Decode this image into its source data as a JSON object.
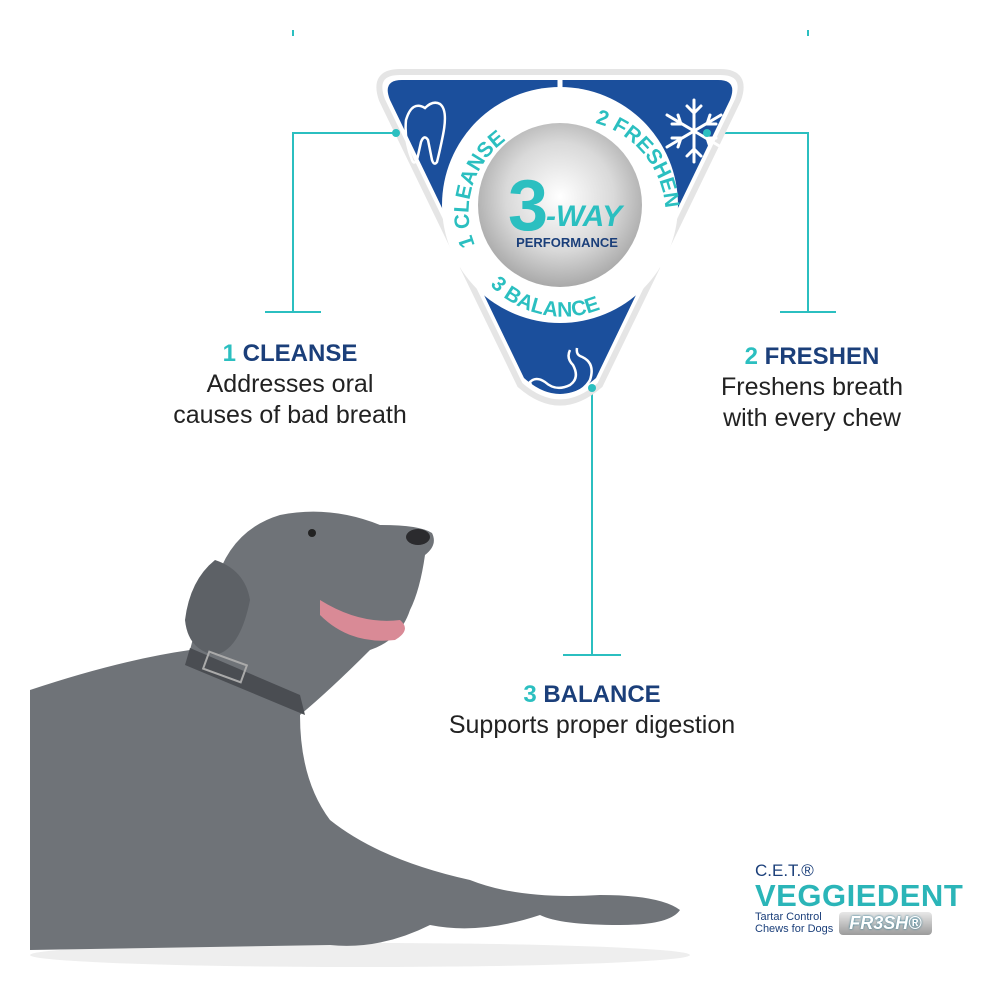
{
  "badge": {
    "big_number": "3",
    "way": "-WAY",
    "performance": "PERFORMANCE",
    "ring_cleanse": "1 CLEANSE",
    "ring_freshen": "2 FRESHEN",
    "ring_balance": "3 BALANCE",
    "icons": [
      "tooth-icon",
      "snowflake-icon",
      "stomach-icon"
    ]
  },
  "features": [
    {
      "num": "1",
      "title": "CLEANSE",
      "line1": "Addresses oral",
      "line2": "causes of bad breath"
    },
    {
      "num": "2",
      "title": "FRESHEN",
      "line1": "Freshens breath",
      "line2": "with every chew"
    },
    {
      "num": "3",
      "title": "BALANCE",
      "line1": "Supports proper digestion"
    }
  ],
  "logo": {
    "cet": "C.E.T.®",
    "brand": "VEGGIEDENT",
    "tagline1": "Tartar Control",
    "tagline2": "Chews for Dogs",
    "variant": "FR3SH®"
  },
  "colors": {
    "blue": "#1b4f9c",
    "teal": "#2bbfc0",
    "navy": "#1b3f7a"
  }
}
